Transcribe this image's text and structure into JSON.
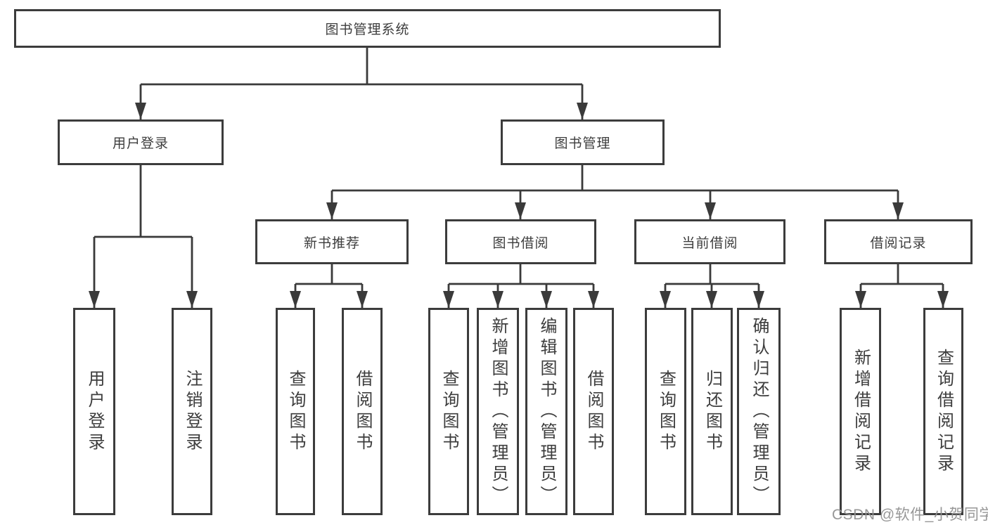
{
  "diagram": {
    "colors": {
      "line": "#3a3a3a",
      "box_border": "#3c3c3c",
      "text": "#3d3d3d",
      "box_background": "#ffffff",
      "page_background": "#ffffff",
      "watermark": "#919191"
    },
    "tree": {
      "label": "图书管理系统",
      "children": [
        {
          "label": "用户登录",
          "children": [
            {
              "label": "用户登录"
            },
            {
              "label": "注销登录"
            }
          ]
        },
        {
          "label": "图书管理",
          "children": [
            {
              "label": "新书推荐",
              "children": [
                {
                  "label": "查询图书"
                },
                {
                  "label": "借阅图书"
                }
              ]
            },
            {
              "label": "图书借阅",
              "children": [
                {
                  "label": "查询图书"
                },
                {
                  "label": "新增图书（管理员）"
                },
                {
                  "label": "编辑图书（管理员）"
                },
                {
                  "label": "借阅图书"
                }
              ]
            },
            {
              "label": "当前借阅",
              "children": [
                {
                  "label": "查询图书"
                },
                {
                  "label": "归还图书"
                },
                {
                  "label": "确认归还（管理员）"
                }
              ]
            },
            {
              "label": "借阅记录",
              "children": [
                {
                  "label": "新增借阅记录"
                },
                {
                  "label": "查询借阅记录"
                }
              ]
            }
          ]
        }
      ]
    },
    "watermark": "CSDN @软件_小贺同学"
  }
}
